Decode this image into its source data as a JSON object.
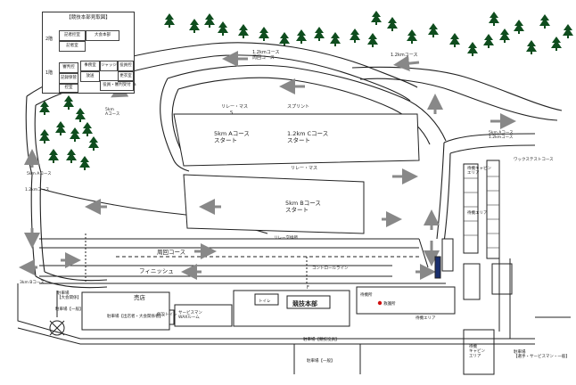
{
  "legend": {
    "title": "【競技本部見取図】",
    "floor2": "2階",
    "floor1": "1階",
    "cells": [
      "記者控室",
      "大会本部",
      "記者室",
      "事務室",
      "審判控",
      "ジャッジ",
      "役員控",
      "更衣室",
      "記録保管",
      "放送",
      "役員・審判受付",
      "控室"
    ]
  },
  "course": {
    "top_course": "1.2kmコース\n周回コース",
    "top_right_course": "1.2kmコース",
    "relay_label": "リレー・マス",
    "relay_label_2": "リレー・マス",
    "sprint_label": "スプリント",
    "start_5km_a": "5km Aコース\nスタート",
    "start_12km_c": "1.2km Cコース\nスタート",
    "start_5km_b": "5km Bコース\nスタート",
    "left_5km": "5km\nAコース",
    "left_3km": "3km\nBコース",
    "left_12km": "1.2kmコース",
    "left_5km_a": "5km Aコース",
    "left_3km_2": "3km Bコース",
    "wax_test": "ワックステストコース",
    "right_5km": "5km Aコース\n1.2kmコース",
    "lap_course": "周回コース",
    "finish": "フィニッシュ",
    "relay_zone": "リレー交換所",
    "control_line": "コントロールライン",
    "wax_room": "サービスマン\nWAXルーム",
    "toilet": "トイレ",
    "hq": "競技本部",
    "shop": "売店",
    "waiting": "待機所",
    "camp_area": "待機エリア",
    "medical": "救護室",
    "medical2": "救護所",
    "trailer": "待機キャビン\nエリア",
    "start_area": "待機エリア",
    "parking_left": "駐車場\n【大会関係】",
    "parking_general": "駐車場【一般】",
    "parking_bottom": "駐車場【一般】",
    "parking_official": "駐車場【競技役員】",
    "parking_staff": "駐車場\n【選手・サービスマン・一般】",
    "lot_main": "駐車場【出店者・大会関係者】",
    "trailer_bottom": "待機\nキャビン\nエリア",
    "toilet_block": "仮設トイレ",
    "finish_gate": "S",
    "start_gate": "F"
  }
}
